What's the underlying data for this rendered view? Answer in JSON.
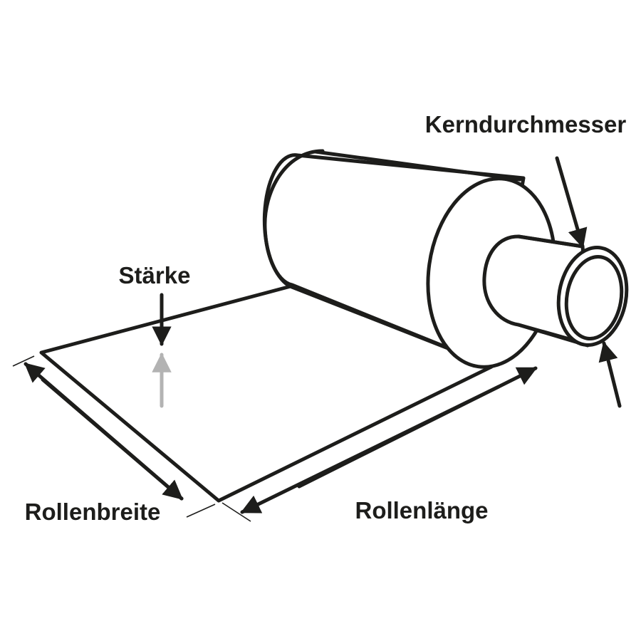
{
  "labels": {
    "core_diameter": "Kerndurchmesser",
    "thickness": "Stärke",
    "roll_width": "Rollenbreite",
    "roll_length": "Rollenlänge"
  },
  "colors": {
    "line": "#1d1d1b",
    "thickness_arrow_up": "#b3b3b3",
    "background": "#ffffff"
  }
}
